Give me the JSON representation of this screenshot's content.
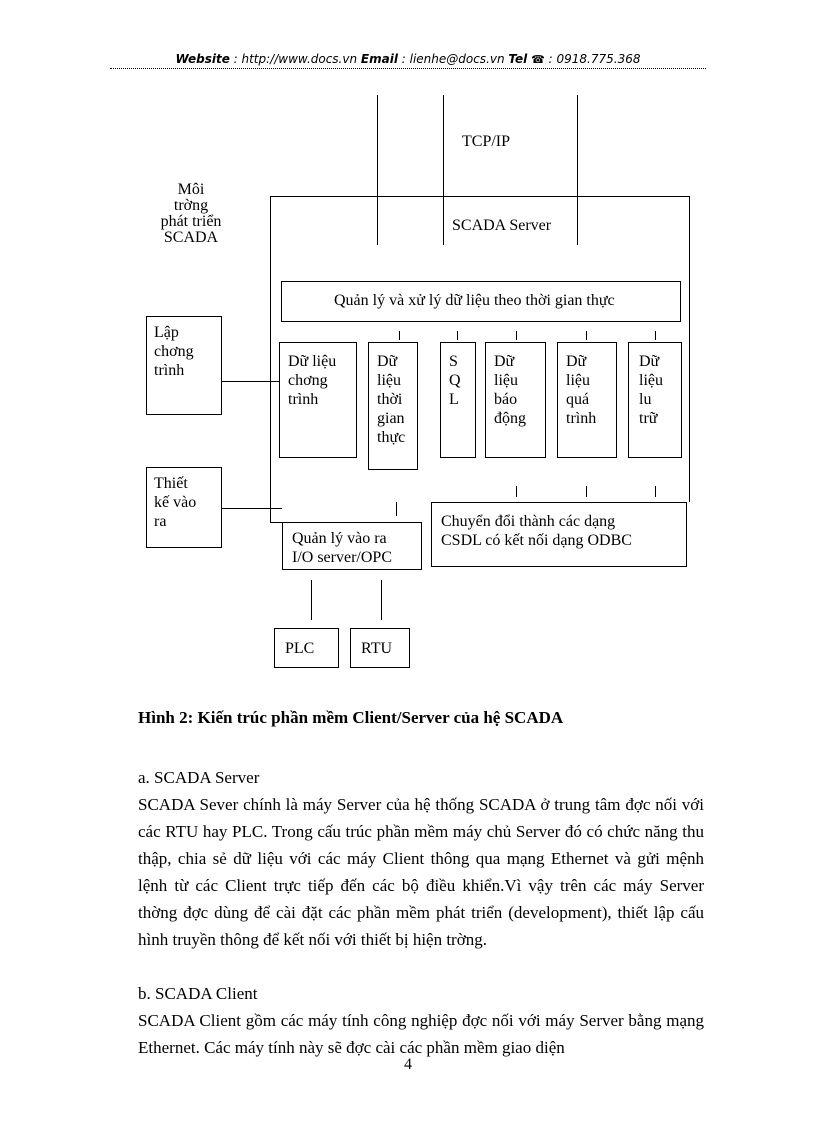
{
  "header": {
    "website_label": "Website",
    "website_value": " : http://www.docs.vn ",
    "email_label": "Email",
    "email_value": "  : lienhe@docs.vn ",
    "tel_label": "Tel",
    "phone_icon": "phone-icon",
    "tel_value": " : 0918.775.368"
  },
  "diagram": {
    "tcpip": "TCP/IP",
    "dev_env": "Môi\ntrờng\nphát triển\nSCADA",
    "server": "SCADA Server",
    "realtime": "Quản lý và xử lý dữ liệu theo thời gian thực",
    "prog_design": "Lập\nchơng\ntrình",
    "io_design": "Thiết\nkế vào\n ra",
    "db_program": "Dữ liệu\nchơng\ntrình",
    "db_realtime": "Dữ\nliệu\nthời\ngian\nthực",
    "sql": "S\nQ\nL",
    "db_alarm": "Dữ\nliệu\nbáo\nđộng",
    "db_process": "Dữ\nliệu\nquá\ntrình",
    "db_storage": "Dữ\nliệu\nlu\ntrữ",
    "io_manager": "Quản lý vào ra\nI/O server/OPC",
    "odbc": "Chuyển đổi thành các dạng\nCSDL có kết nối dạng ODBC",
    "plc": "PLC",
    "rtu": "RTU"
  },
  "caption": "Hình 2:  Kiến trúc phần mềm Client/Server của hệ SCADA",
  "body": {
    "h_a": "a.  SCADA Server",
    "p_a": "SCADA Sever chính là máy Server của hệ thống SCADA ở trung tâm đợc nối với các RTU hay PLC. Trong cấu trúc phần mềm máy chủ Server đó có chức năng thu thập, chia sẻ dữ liệu với các máy Client thông qua mạng Ethernet và gửi mệnh lệnh từ các Client trực tiếp đến các bộ điều khiển.Vì vậy trên các máy Server thờng  đợc  dùng để cài đặt các phần mềm phát triển (development), thiết lập cấu hình truyền thông để kết nối với thiết bị hiện trờng.",
    "h_b": "b.  SCADA Client",
    "p_b": "SCADA Client gồm các máy tính công nghiệp đợc  nối với máy Server bằng mạng Ethernet. Các máy tính này sẽ đợc  cài các phần mềm giao diện"
  },
  "page_number": "4"
}
